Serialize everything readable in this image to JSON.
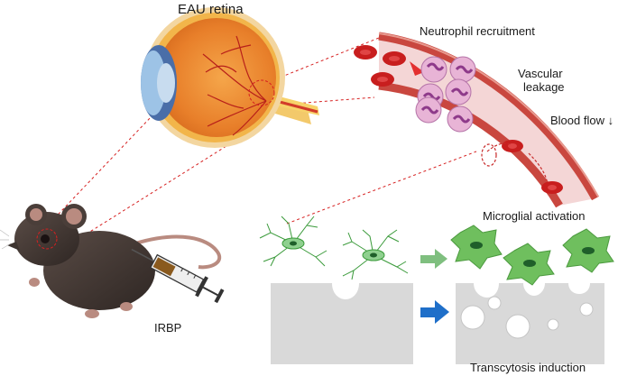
{
  "labels": {
    "eau_retina": "EAU retina",
    "neutrophil_recruitment": "Neutrophil recruitment",
    "vascular_leakage_line1": "Vascular",
    "vascular_leakage_line2": "leakage",
    "blood_flow": "Blood flow ↓",
    "microglial_activation": "Microglial activation",
    "irbp": "IRBP",
    "transcytosis_induction": "Transcytosis induction"
  },
  "colors": {
    "vessel_wall": "#c9473f",
    "vessel_lumen": "#f4d6d6",
    "red_blood_cell": "#c81e1e",
    "neutrophil": "#e8b4d6",
    "neutrophil_nucleus": "#8e3a8a",
    "microglia": "#6fbf5e",
    "microglia_resting_outline": "#3a9a3a",
    "arrow_green": "#7fbf7f",
    "arrow_blue": "#1f6fc9",
    "mouse_body": "#3d3430",
    "mouse_ear_inner": "#b98b80",
    "endothelium": "#d9d9d9",
    "dotted_red": "#d62020"
  },
  "icons": [
    "eye-icon",
    "mouse-icon",
    "syringe-icon",
    "blood-vessel-icon",
    "neutrophil-icon",
    "red-blood-cell-icon",
    "microglia-icon",
    "endothelial-cell-icon"
  ]
}
